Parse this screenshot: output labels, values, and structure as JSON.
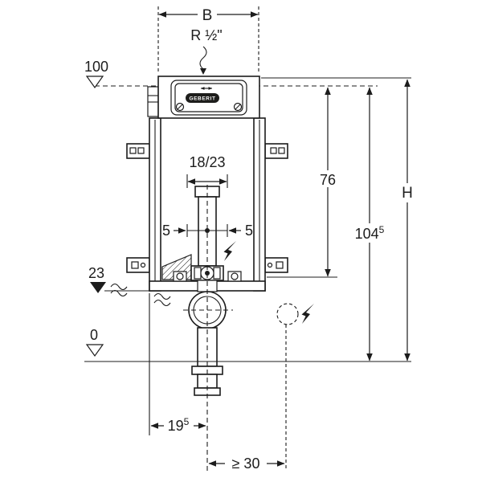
{
  "diagram": {
    "type": "technical-installation-drawing",
    "brand": {
      "logo_text": "GEBERIT"
    },
    "dimensions": {
      "width_label": "B",
      "inlet_thread": "R ½\"",
      "actuator_height": "100",
      "bend_depth_range": "18/23",
      "side_adjust_left": "5",
      "side_adjust_right": "5",
      "height_to_bend": "76",
      "height_top_edge": {
        "value": "104",
        "sup": "5"
      },
      "height_total": "H",
      "outlet_level": "23",
      "floor_level": "0",
      "outlet_offset": {
        "value": "19",
        "sup": "5"
      },
      "socket_clearance": "≥ 30"
    },
    "colors": {
      "line": "#1c1c1c",
      "background": "#ffffff",
      "brand": "#1d1d1b"
    }
  }
}
